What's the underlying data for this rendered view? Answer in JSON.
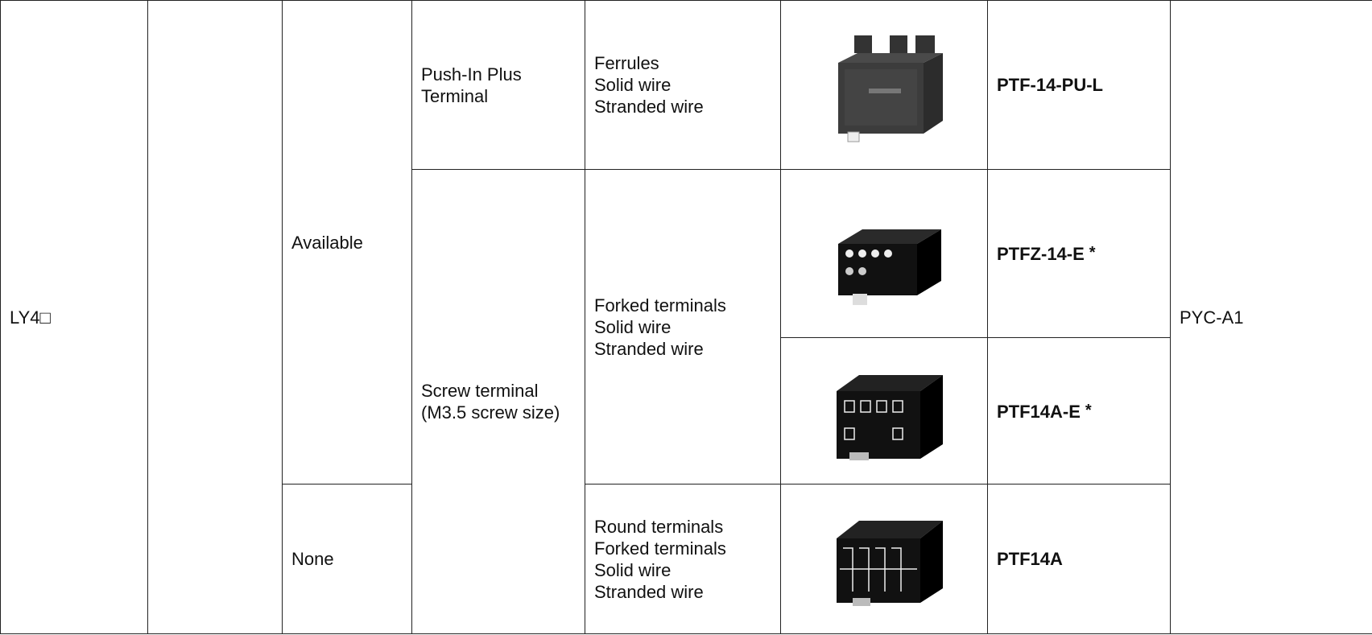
{
  "relay_model": "LY4□",
  "base_model": "PYC-A1",
  "rows": {
    "r1": {
      "din_rail": "Available",
      "terminal_type": "Push-In Plus\nTerminal",
      "wiring": "Ferrules\nSolid wire\nStranded wire",
      "photo_icon": "push-in-socket-icon",
      "model": "PTF-14-PU-L"
    },
    "r2": {
      "terminal_type": "Screw terminal\n(M3.5 screw size)",
      "wiring": "Forked terminals\nSolid wire\nStranded wire",
      "photo_icon": "screw-socket-icon",
      "model": "PTFZ-14-E",
      "mark": "*"
    },
    "r3": {
      "photo_icon": "screw-socket-icon",
      "model": "PTF14A-E",
      "mark": "*"
    },
    "r4": {
      "din_rail": "None",
      "wiring": "Round terminals\nForked terminals\nSolid wire\nStranded wire",
      "photo_icon": "screw-socket-icon",
      "model": "PTF14A"
    }
  }
}
